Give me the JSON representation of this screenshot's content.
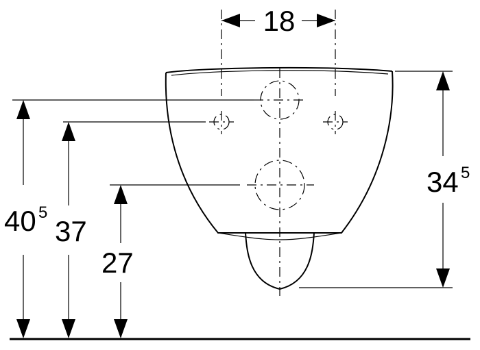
{
  "dimensions": {
    "horizontal_spacing": {
      "value": "18"
    },
    "overall_height": {
      "value": "40",
      "superscript": "5"
    },
    "fixing_height": {
      "value": "37"
    },
    "outlet_height": {
      "value": "27"
    },
    "bowl_height": {
      "value": "34",
      "superscript": "5"
    }
  }
}
